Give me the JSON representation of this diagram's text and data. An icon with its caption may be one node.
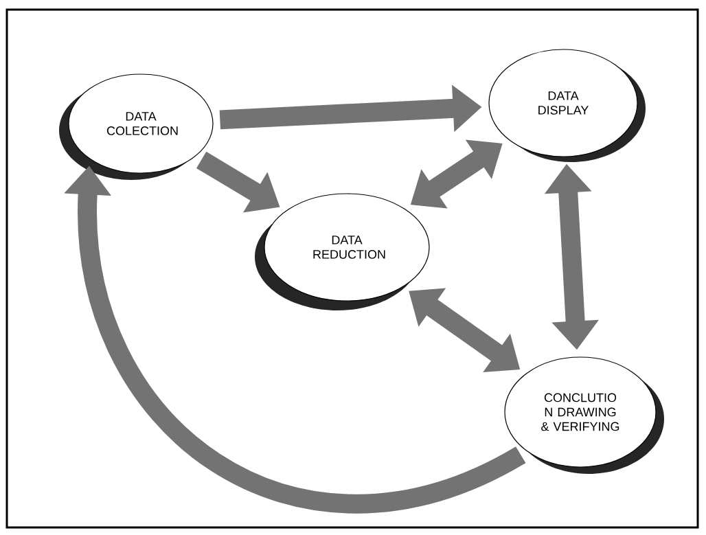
{
  "diagram": {
    "nodes": [
      {
        "text": [
          "DATA COLECTION"
        ]
      },
      {
        "text": [
          "DATA DISPLAY"
        ]
      },
      {
        "text": [
          "DATA REDUCTION"
        ]
      },
      {
        "text": [
          "CONCLUTIO N DRAWING & VERIFYING"
        ]
      }
    ],
    "edges": [
      {
        "from": 0,
        "to": 1,
        "arrow": "to"
      },
      {
        "from": 0,
        "to": 2,
        "arrow": "to"
      },
      {
        "from": 2,
        "to": 1,
        "arrow": "both"
      },
      {
        "from": 1,
        "to": 3,
        "arrow": "both"
      },
      {
        "from": 2,
        "to": 3,
        "arrow": "both"
      },
      {
        "from": 3,
        "to": 0,
        "arrow": "to"
      }
    ]
  }
}
